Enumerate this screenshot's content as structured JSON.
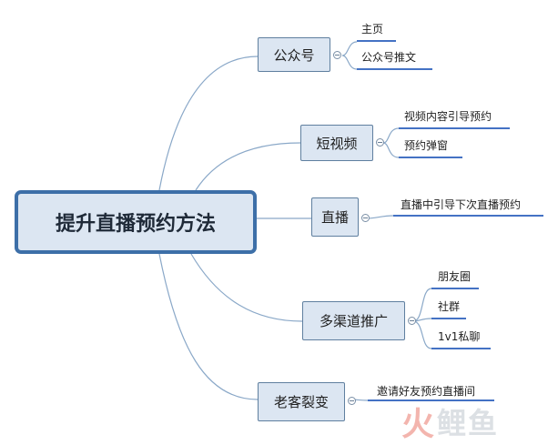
{
  "root": {
    "label": "提升直播预约方法"
  },
  "branches": [
    {
      "label": "公众号",
      "children": [
        "主页",
        "公众号推文"
      ]
    },
    {
      "label": "短视频",
      "children": [
        "视频内容引导预约",
        "预约弹窗"
      ]
    },
    {
      "label": "直播",
      "children": [
        "直播中引导下次直播预约"
      ]
    },
    {
      "label": "多渠道推广",
      "children": [
        "朋友圈",
        "社群",
        "1v1私聊"
      ]
    },
    {
      "label": "老客裂变",
      "children": [
        "邀请好友预约直播间"
      ]
    }
  ],
  "watermark": {
    "text_first": "火",
    "text_rest": "鲤鱼"
  },
  "colors": {
    "connector": "#8aa8c8",
    "underline": "#4472c4",
    "root_border": "#3d6fa8",
    "node_fill": "#dce6f2"
  }
}
